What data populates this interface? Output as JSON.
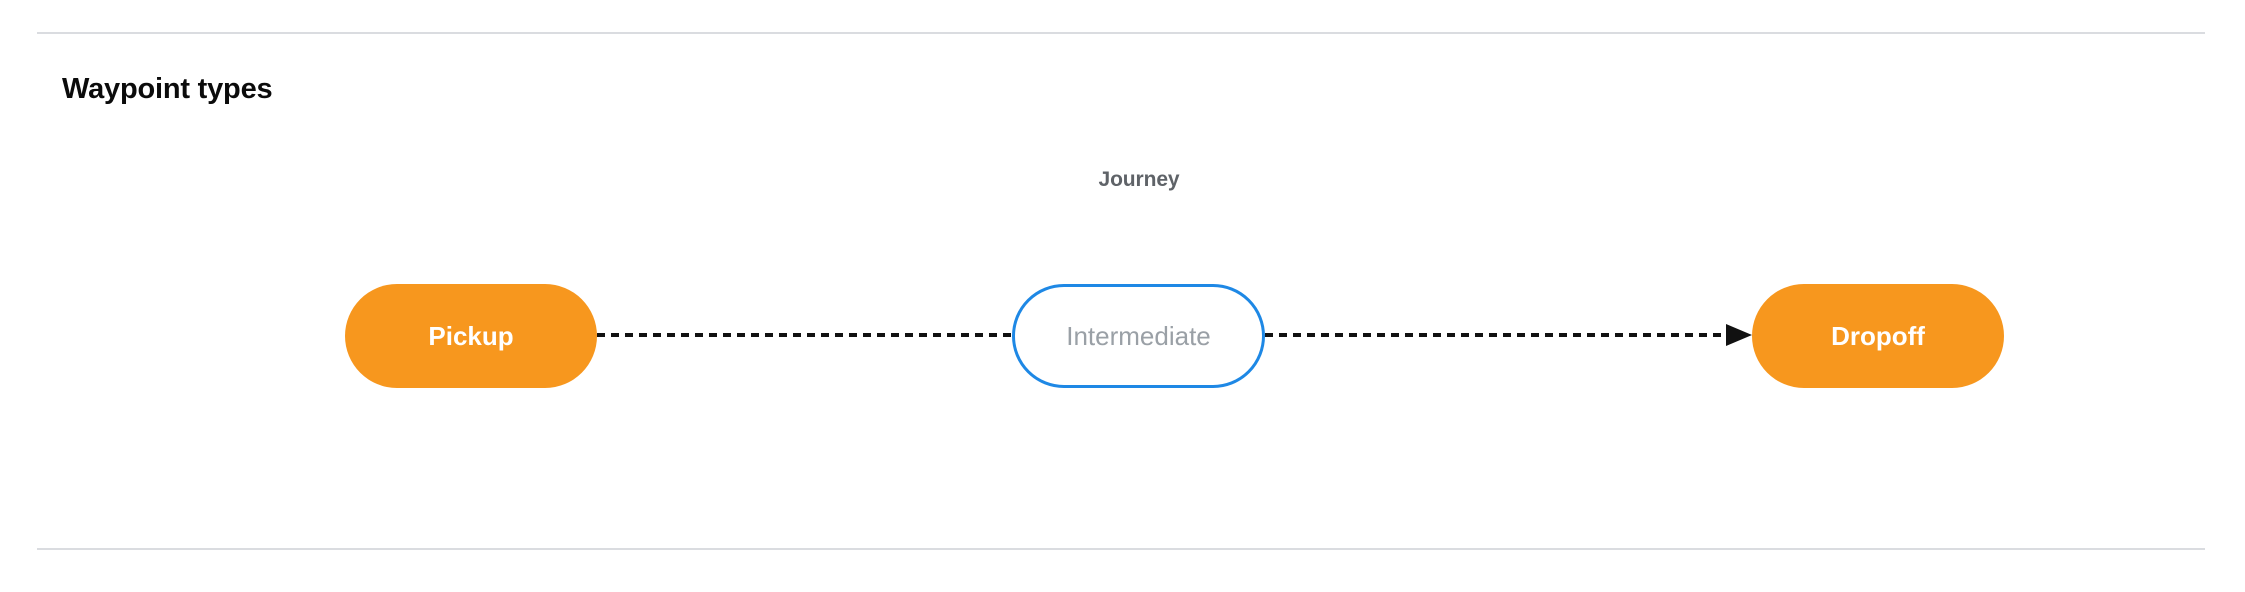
{
  "section": {
    "title": "Waypoint types"
  },
  "diagram": {
    "group_label": "Journey",
    "nodes": [
      {
        "id": "pickup",
        "label": "Pickup",
        "type": "terminal",
        "fill": "#f7971e",
        "text_color": "#ffffff"
      },
      {
        "id": "intermediate",
        "label": "Intermediate",
        "type": "intermediate",
        "fill": "#ffffff",
        "border_color": "#1e88e5",
        "text_color": "#9aa0a6"
      },
      {
        "id": "dropoff",
        "label": "Dropoff",
        "type": "terminal",
        "fill": "#f7971e",
        "text_color": "#ffffff"
      }
    ],
    "connectors": [
      {
        "id": "connector-1",
        "from": "pickup",
        "to": "intermediate",
        "style": "dashed",
        "arrow": false,
        "color": "#111111"
      },
      {
        "id": "connector-2",
        "from": "intermediate",
        "to": "dropoff",
        "style": "dashed",
        "arrow": true,
        "color": "#111111"
      }
    ]
  },
  "colors": {
    "divider": "#dadce0",
    "title": "#0b0b0b",
    "group_label": "#5f6368",
    "accent_orange": "#f7971e",
    "accent_blue": "#1e88e5",
    "muted_text": "#9aa0a6",
    "background": "#ffffff"
  }
}
